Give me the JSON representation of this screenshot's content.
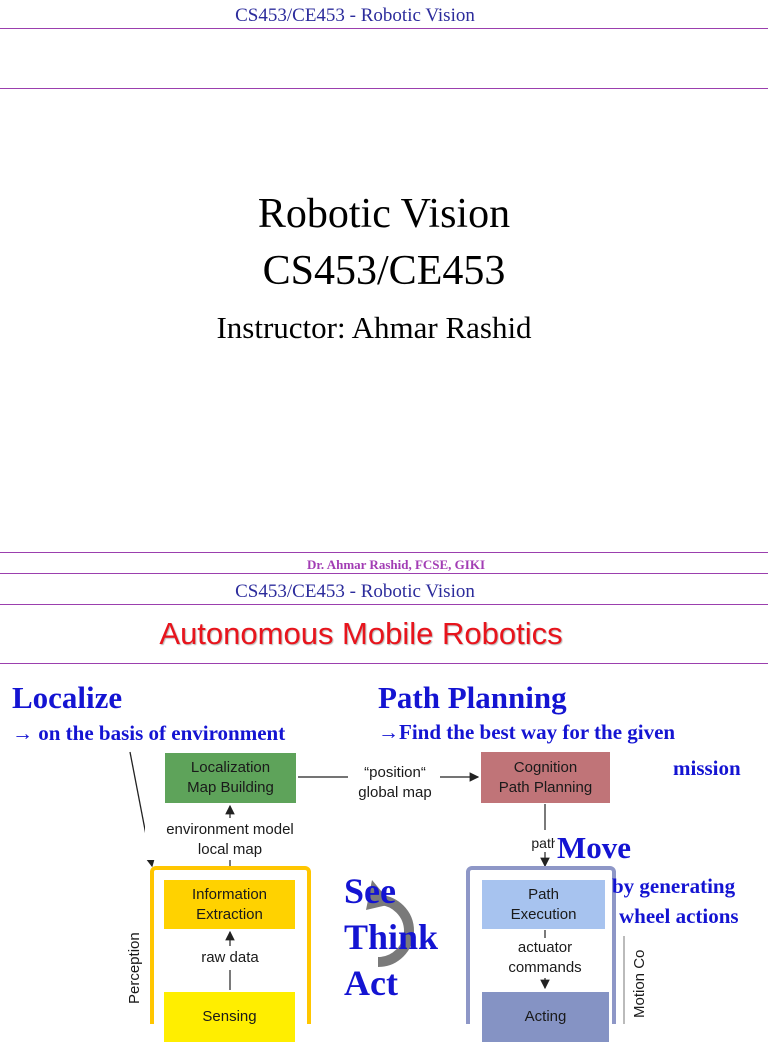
{
  "slide1": {
    "header": "CS453/CE453 - Robotic Vision",
    "title_line1": "Robotic Vision",
    "title_line2": "CS453/CE453",
    "instructor": "Instructor:  Ahmar Rashid",
    "footer": "Dr. Ahmar Rashid, FCSE, GIKI"
  },
  "slide2": {
    "header": "CS453/CE453 - Robotic Vision",
    "title": "Autonomous Mobile Robotics",
    "localize": {
      "heading": "Localize",
      "arrow_text": "→ on the basis of environment"
    },
    "path_planning": {
      "heading": "Path Planning",
      "arrow_text": "→Find the best way for the given",
      "continuation": "mission"
    },
    "move": {
      "heading": "Move",
      "line1": "by generating",
      "line2": "wheel actions"
    },
    "cycle": {
      "see": "See",
      "think": "Think",
      "act": "Act"
    },
    "diagram": {
      "localization_box": [
        "Localization",
        "Map Building"
      ],
      "position_label": [
        "“position“",
        "global map"
      ],
      "cognition_box": [
        "Cognition",
        "Path Planning"
      ],
      "env_model_label": [
        "environment model",
        "local map"
      ],
      "path_label": "path",
      "info_box": [
        "Information",
        "Extraction"
      ],
      "raw_data_label": "raw data",
      "sensing_box": "Sensing",
      "perception_label": "Perception",
      "path_exec_box": [
        "Path",
        "Execution"
      ],
      "actuator_label": [
        "actuator",
        "commands"
      ],
      "acting_box": "Acting",
      "motion_label": "Motion Co"
    },
    "colors": {
      "green_box": "#5ea35a",
      "red_box": "#c07478",
      "yellow_box": "#ffd200",
      "bright_yellow_box": "#ffee00",
      "light_blue_box": "#a7c3ef",
      "purple_box": "#8593c4",
      "perception_frame": "#ffc600",
      "motion_frame": "#8e97c7"
    }
  }
}
